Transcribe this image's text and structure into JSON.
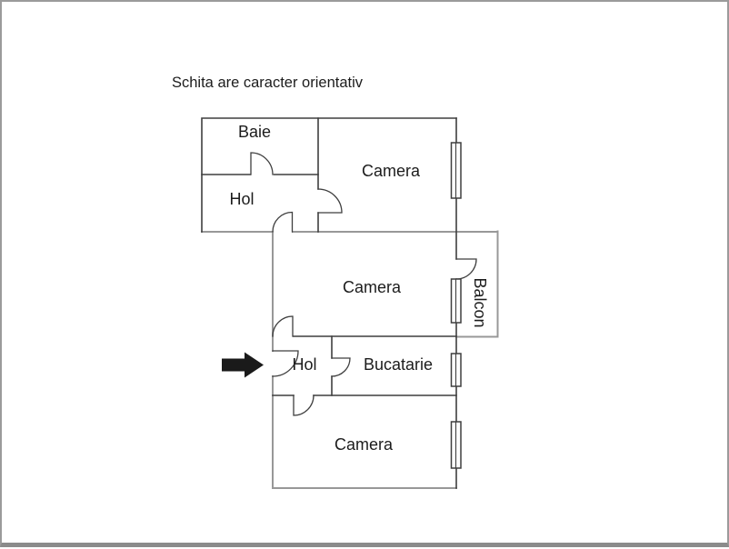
{
  "title": "Schita are caracter orientativ",
  "colors": {
    "wall_dark": "#3f3f3f",
    "wall_light": "#989898",
    "text": "#1c1c1c",
    "arrow": "#1a1a1a",
    "window_fill": "#ffffff"
  },
  "floorplan": {
    "rooms": {
      "baie": "Baie",
      "hol_top": "Hol",
      "camera_top": "Camera",
      "camera_middle": "Camera",
      "balcon": "Balcon",
      "hol_entrance": "Hol",
      "bucatarie": "Bucatarie",
      "camera_bottom": "Camera"
    }
  }
}
